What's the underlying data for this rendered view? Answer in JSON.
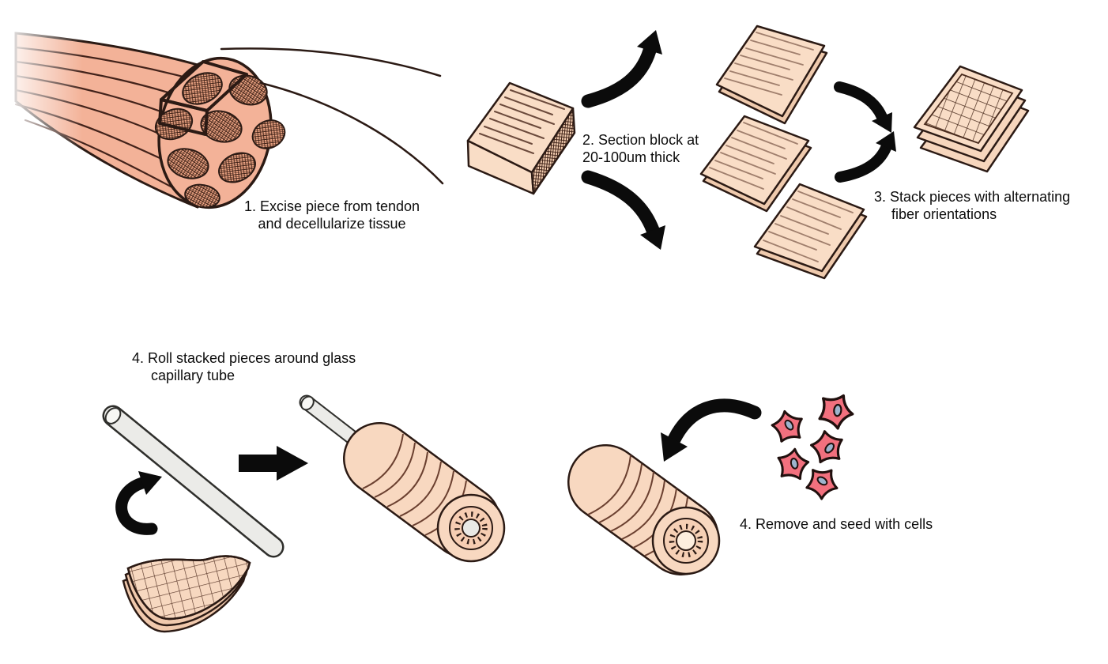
{
  "figure": {
    "type": "scientific-process-diagram",
    "subject": "Tendon decellularization and scaffold rolling workflow",
    "labels": {
      "step1": {
        "line1": "1. Excise piece from tendon",
        "line2": "and decellularize tissue"
      },
      "step2": {
        "line1": "2. Section block at",
        "line2": "20-100um thick"
      },
      "step3": {
        "line1": "3. Stack pieces with alternating",
        "line2": "fiber orientations"
      },
      "step4_roll": {
        "line1": "4. Roll stacked pieces around glass",
        "line2": "capillary tube"
      },
      "step4_seed": {
        "line1": "4. Remove and seed with cells"
      }
    },
    "colors": {
      "background": "#ffffff",
      "tissue_salmon": "#f3b298",
      "tissue_peach": "#f9ddc6",
      "tissue_deep": "#efcaad",
      "roll_peach": "#f8d8c0",
      "outline_dark": "#2b1a14",
      "fiber_line": "#9b7b6b",
      "arrow_black": "#0b0b0b",
      "glass_gray": "#ebebe8",
      "cell_pink": "#f2707e",
      "cell_nucleus": "#9db4cd"
    },
    "elements": [
      "tendon-cross-section",
      "excised-block",
      "tissue-sections",
      "stacked-sections",
      "glass-capillary-tube",
      "folded-stack",
      "rolled-scaffold-on-tube",
      "removed-scaffold",
      "cells-cluster"
    ]
  }
}
